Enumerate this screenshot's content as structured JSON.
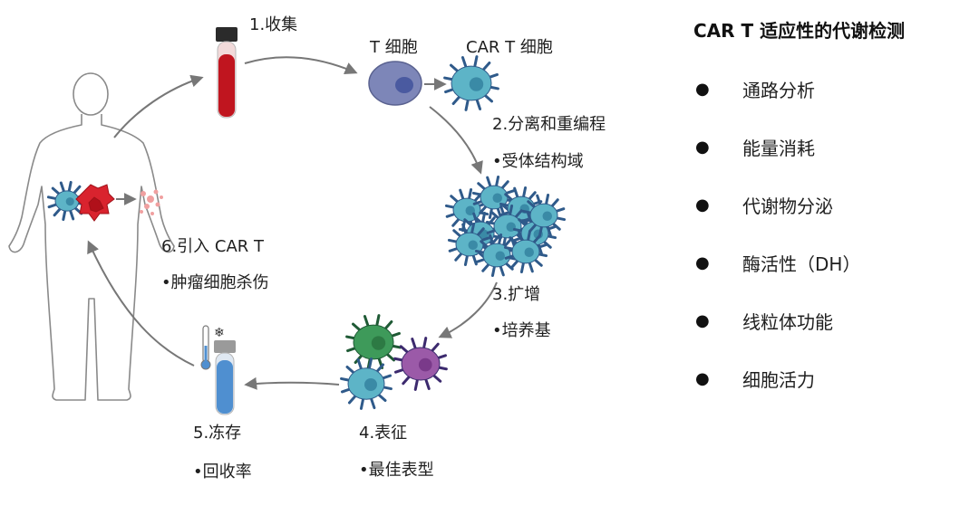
{
  "steps": {
    "collect": "1.收集",
    "t_cell": "T 细胞",
    "car_t_cell": "CAR T 细胞",
    "separate": "2.分离和重编程",
    "receptor": "•受体结构域",
    "expand": "3.扩增",
    "medium": "•培养基",
    "characterize": "4.表征",
    "phenotype": "•最佳表型",
    "freeze": "5.冻存",
    "recovery": "•回收率",
    "infuse": "6.引入 CAR T",
    "killing": "•肿瘤细胞杀伤"
  },
  "side_panel": {
    "title": "CAR T 适应性的代谢检测",
    "bullet_glyph": "●",
    "items": [
      {
        "label": "通路分析"
      },
      {
        "label": "能量消耗"
      },
      {
        "label": "代谢物分泌"
      },
      {
        "label": "酶活性（DH）"
      },
      {
        "label": "线粒体功能"
      },
      {
        "label": "细胞活力"
      }
    ]
  },
  "icons": {
    "snowflake": "❄"
  },
  "colors": {
    "blood": "#c0151f",
    "t_cell": "#7d86b8",
    "car_t": "#5db4c7",
    "spike": "#2f5a8a",
    "green_cell": "#3e9a5a",
    "purple_cell": "#9b5aa8",
    "tumor": "#d9232e",
    "cryo_tube": "#4f8fd0",
    "arrow": "#777777"
  }
}
